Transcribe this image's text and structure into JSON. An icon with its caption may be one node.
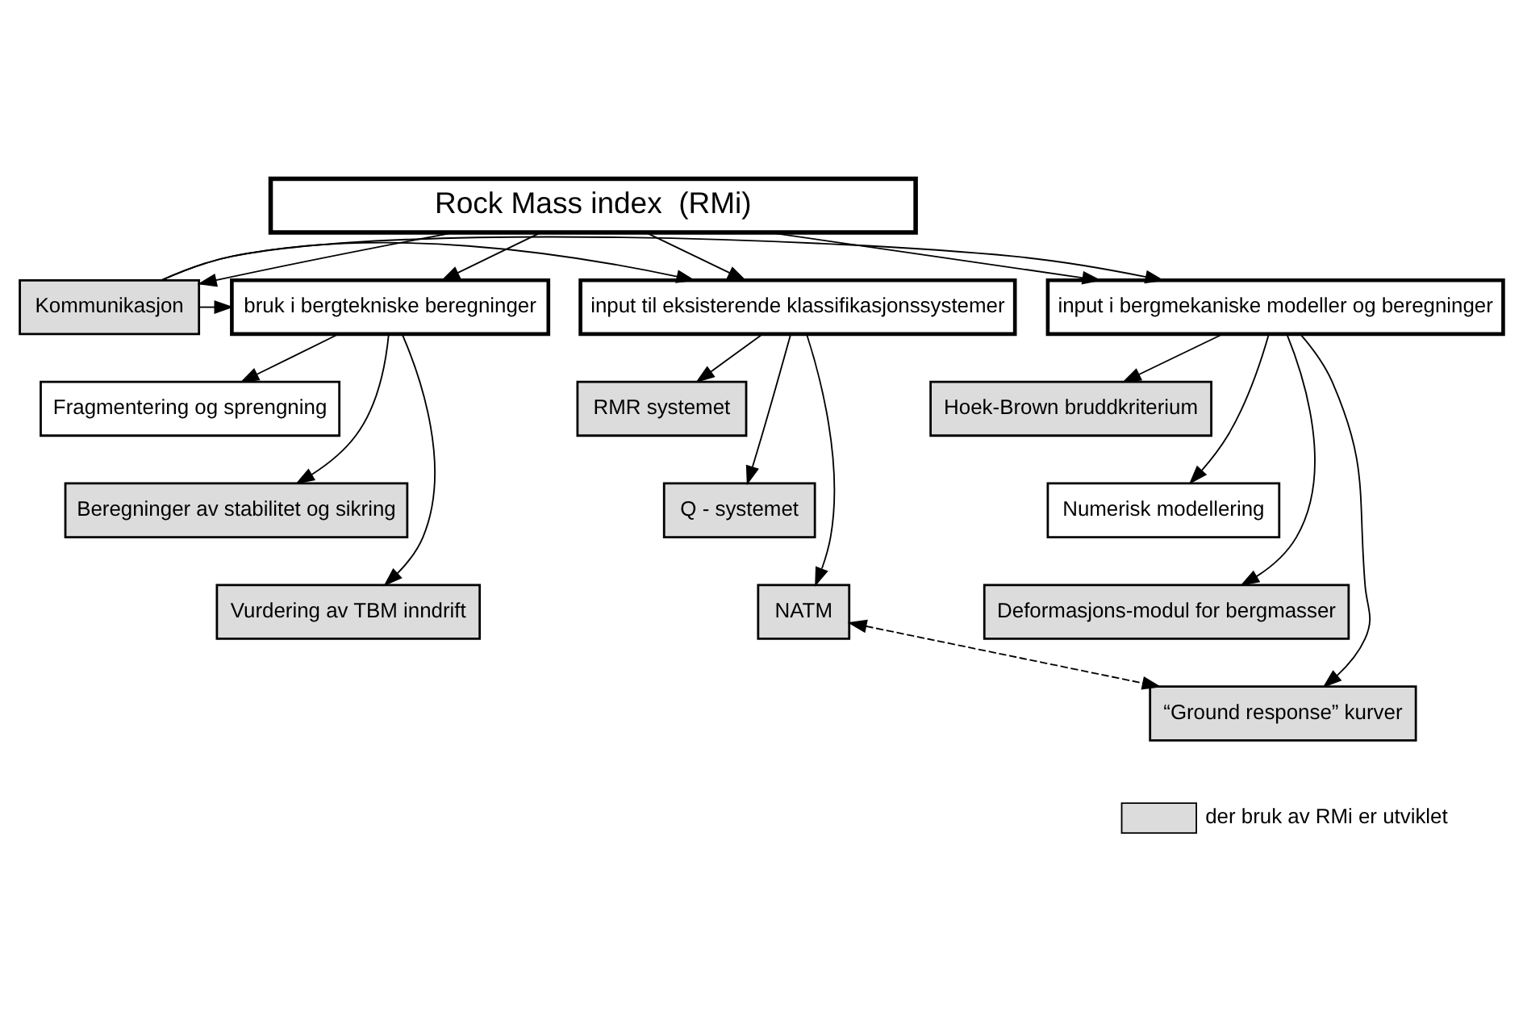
{
  "diagram": {
    "nodes": [
      {
        "text": [
          "Rock Mass index  (RMi)"
        ]
      },
      {
        "text": [
          "Kommunikasjon"
        ]
      },
      {
        "text": [
          "bruk i bergtekniske beregninger"
        ]
      },
      {
        "text": [
          "Fragmentering og sprengning"
        ]
      },
      {
        "text": [
          "Beregninger av stabilitet og sikring"
        ]
      },
      {
        "text": [
          "Vurdering av TBM inndrift"
        ]
      },
      {
        "text": [
          "input til eksisterende klassifikasjonssystemer"
        ]
      },
      {
        "text": [
          "RMR systemet"
        ]
      },
      {
        "text": [
          "Q - systemet"
        ]
      },
      {
        "text": [
          "NATM"
        ]
      },
      {
        "text": [
          "input i bergmekaniske modeller og beregninger"
        ]
      },
      {
        "text": [
          "Hoek-Brown bruddkriterium"
        ]
      },
      {
        "text": [
          "Numerisk modellering"
        ]
      },
      {
        "text": [
          "Deformasjons-modul for bergmasser"
        ]
      },
      {
        "text": [
          "“Ground response” kurver"
        ]
      }
    ],
    "edges": [
      {
        "from": 0,
        "to": 2,
        "arrow": "to"
      },
      {
        "from": 0,
        "to": 6,
        "arrow": "to"
      },
      {
        "from": 0,
        "to": 10,
        "arrow": "to"
      },
      {
        "from": 0,
        "to": 1,
        "arrow": "to"
      },
      {
        "from": 1,
        "to": 10,
        "arrow": "to"
      },
      {
        "from": 1,
        "to": 6,
        "arrow": "to"
      },
      {
        "from": 1,
        "to": 2,
        "arrow": "to"
      },
      {
        "from": 2,
        "to": 3,
        "arrow": "to"
      },
      {
        "from": 2,
        "to": 4,
        "arrow": "to"
      },
      {
        "from": 2,
        "to": 5,
        "arrow": "to"
      },
      {
        "from": 6,
        "to": 7,
        "arrow": "to"
      },
      {
        "from": 6,
        "to": 8,
        "arrow": "to"
      },
      {
        "from": 6,
        "to": 9,
        "arrow": "to"
      },
      {
        "from": 10,
        "to": 11,
        "arrow": "to"
      },
      {
        "from": 10,
        "to": 12,
        "arrow": "to"
      },
      {
        "from": 10,
        "to": 13,
        "arrow": "to"
      },
      {
        "from": 10,
        "to": 14,
        "arrow": "to"
      },
      {
        "from": 9,
        "to": 14,
        "arrow": "both",
        "style": "dashed"
      }
    ],
    "legend": [
      {
        "text": "der bruk av RMi er utviklet",
        "color": "#dcdcdc"
      }
    ]
  }
}
